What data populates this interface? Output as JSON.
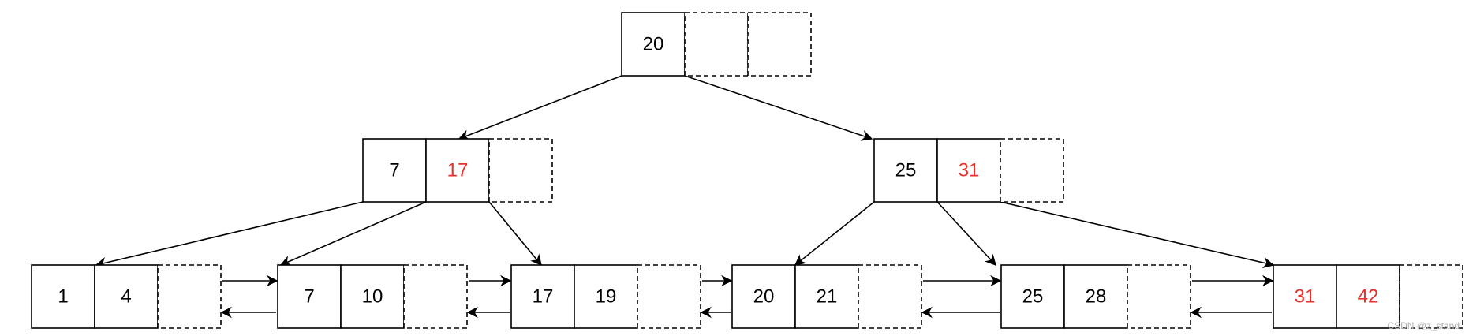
{
  "colors": {
    "normal_key": "#000000",
    "highlight_key": "#e8312a",
    "stroke": "#000000"
  },
  "tree": {
    "root": {
      "keys": [
        {
          "text": "20",
          "highlight": false
        }
      ]
    },
    "internal": [
      {
        "keys": [
          {
            "text": "7",
            "highlight": false
          },
          {
            "text": "17",
            "highlight": true
          }
        ]
      },
      {
        "keys": [
          {
            "text": "25",
            "highlight": false
          },
          {
            "text": "31",
            "highlight": true
          }
        ]
      }
    ],
    "leaves": [
      {
        "keys": [
          {
            "text": "1",
            "highlight": false
          },
          {
            "text": "4",
            "highlight": false
          }
        ]
      },
      {
        "keys": [
          {
            "text": "7",
            "highlight": false
          },
          {
            "text": "10",
            "highlight": false
          }
        ]
      },
      {
        "keys": [
          {
            "text": "17",
            "highlight": false
          },
          {
            "text": "19",
            "highlight": false
          }
        ]
      },
      {
        "keys": [
          {
            "text": "20",
            "highlight": false
          },
          {
            "text": "21",
            "highlight": false
          }
        ]
      },
      {
        "keys": [
          {
            "text": "25",
            "highlight": false
          },
          {
            "text": "28",
            "highlight": false
          }
        ]
      },
      {
        "keys": [
          {
            "text": "31",
            "highlight": true
          },
          {
            "text": "42",
            "highlight": true
          }
        ]
      }
    ]
  },
  "watermark": "CSDN @z_stand"
}
